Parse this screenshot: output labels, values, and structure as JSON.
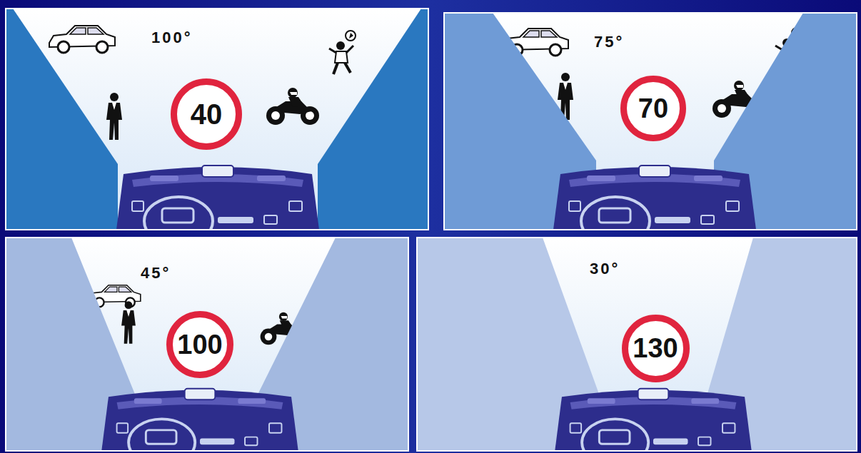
{
  "diagram": {
    "nodes": [
      {
        "text": [
          "40"
        ]
      },
      {
        "text": [
          "70"
        ]
      },
      {
        "text": [
          "100"
        ]
      },
      {
        "text": [
          "130"
        ]
      }
    ],
    "labels": [
      "100°",
      "75°",
      "45°",
      "30°"
    ]
  }
}
